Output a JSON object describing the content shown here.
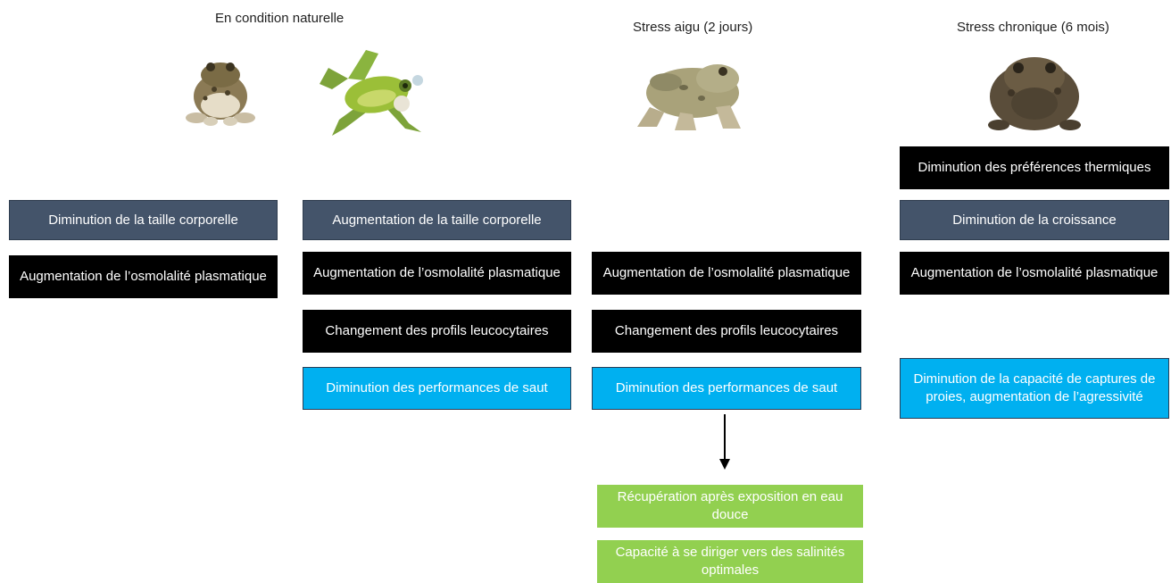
{
  "headers": {
    "natural": "En condition naturelle",
    "acute": "Stress aigu (2 jours)",
    "chronic": "Stress chronique (6 mois)"
  },
  "col1": {
    "size": "Diminution de la taille corporelle",
    "osmo": "Augmentation de l’osmolalité plasmatique"
  },
  "col2": {
    "size": "Augmentation de la taille corporelle",
    "osmo": "Augmentation de l’osmolalité plasmatique",
    "leuco": "Changement des profils leucocytaires",
    "jump": "Diminution des performances de saut"
  },
  "col3": {
    "osmo": "Augmentation de l’osmolalité plasmatique",
    "leuco": "Changement des profils leucocytaires",
    "jump": "Diminution des performances de saut",
    "recovery": "Récupération après exposition en eau douce",
    "salinity": "Capacité à se diriger vers des salinités optimales"
  },
  "col4": {
    "thermal": "Diminution des préférences thermiques",
    "growth": "Diminution de la croissance",
    "osmo": "Augmentation de l’osmolalité plasmatique",
    "prey": "Diminution de la capacité de captures de proies, augmentation de l’agressivité"
  },
  "colors": {
    "slate": "#44546a",
    "black": "#000000",
    "blue": "#00b0f0",
    "green": "#92d050"
  },
  "icons": [
    "toad-icon",
    "green-frog-icon",
    "frog-icon",
    "chronic-toad-icon",
    "down-arrow-icon"
  ]
}
